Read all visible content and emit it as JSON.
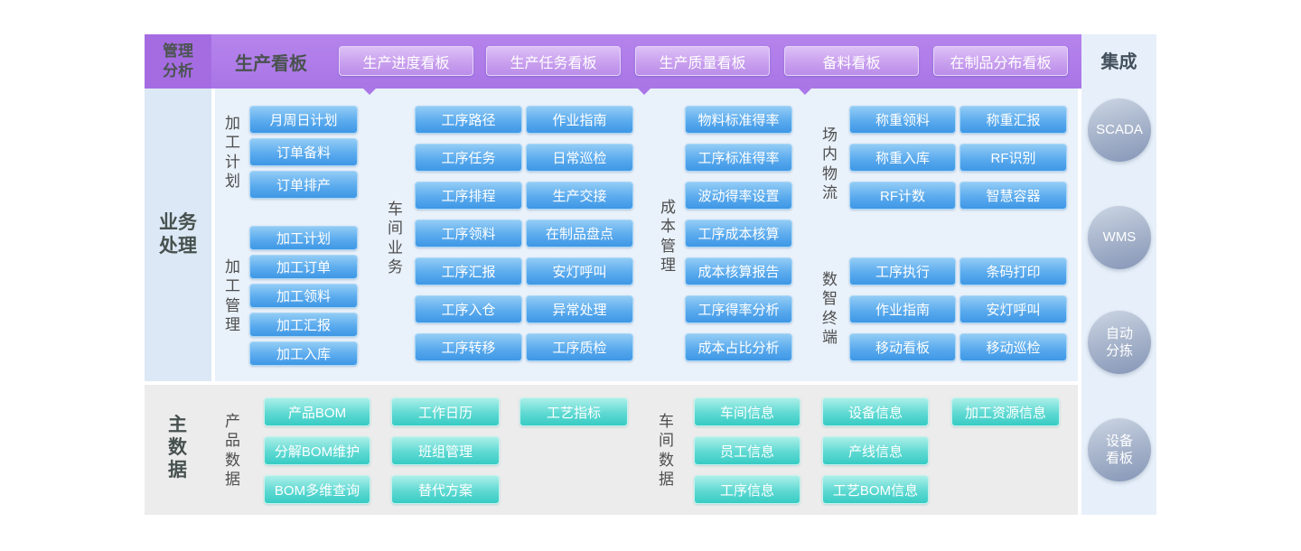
{
  "top_bar": {
    "side_label": "管理\n分析",
    "title": "生产看板",
    "buttons": [
      "生产进度看板",
      "生产任务看板",
      "生产质量看板",
      "备料看板",
      "在制品分布看板"
    ]
  },
  "integration": {
    "title": "集成",
    "nodes": [
      "SCADA",
      "WMS",
      "自动\n分拣",
      "设备\n看板"
    ]
  },
  "business": {
    "side_label": "业务\n处理",
    "plan_group": {
      "label": "加工计划",
      "items": [
        "月周日计划",
        "订单备料",
        "订单排产"
      ]
    },
    "manage_group": {
      "label": "加工管理",
      "items": [
        "加工计划",
        "加工订单",
        "加工领料",
        "加工汇报",
        "加工入库"
      ]
    },
    "workshop_group": {
      "label": "车间业务",
      "col1": [
        "工序路径",
        "工序任务",
        "工序排程",
        "工序领料",
        "工序汇报",
        "工序入仓",
        "工序转移"
      ],
      "col2": [
        "作业指南",
        "日常巡检",
        "生产交接",
        "在制品盘点",
        "安灯呼叫",
        "异常处理",
        "工序质检"
      ]
    },
    "cost_group": {
      "label": "成本管理",
      "items": [
        "物料标准得率",
        "工序标准得率",
        "波动得率设置",
        "工序成本核算",
        "成本核算报告",
        "工序得率分析",
        "成本占比分析"
      ]
    },
    "logistics_group": {
      "label": "场内物流",
      "col1": [
        "称重领料",
        "称重入库",
        "RF计数"
      ],
      "col2": [
        "称重汇报",
        "RF识别",
        "智慧容器"
      ]
    },
    "terminal_group": {
      "label": "数智终端",
      "col1": [
        "工序执行",
        "作业指南",
        "移动看板"
      ],
      "col2": [
        "条码打印",
        "安灯呼叫",
        "移动巡检"
      ]
    }
  },
  "master": {
    "side_label": "主数据",
    "product_group": {
      "label": "产品数据",
      "col1": [
        "产品BOM",
        "分解BOM维护",
        "BOM多维查询"
      ],
      "col2": [
        "工作日历",
        "班组管理",
        "替代方案"
      ],
      "col3": [
        "工艺指标"
      ]
    },
    "workshop_group": {
      "label": "车间数据",
      "col1": [
        "车间信息",
        "员工信息",
        "工序信息"
      ],
      "col2": [
        "设备信息",
        "产线信息",
        "工艺BOM信息"
      ],
      "col3": [
        "加工资源信息"
      ]
    }
  },
  "colors": {
    "bar_purple": "#af7ae9",
    "block_purple": "#a56ce2",
    "blue_chip": "#3e97e5",
    "teal_chip": "#37ccc4",
    "circle_gray_blue": "#8696b7"
  }
}
